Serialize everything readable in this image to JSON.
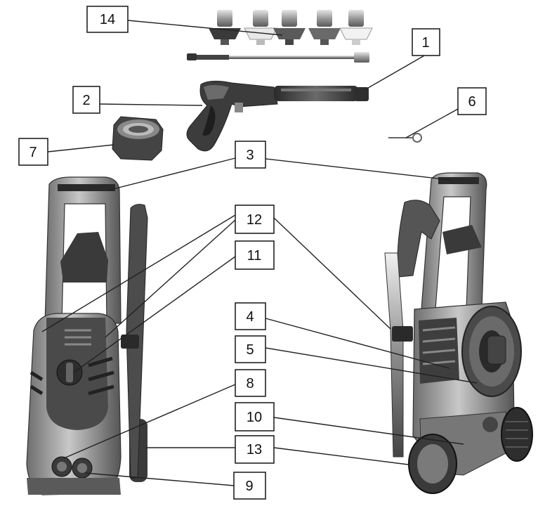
{
  "diagram": {
    "callouts": [
      {
        "id": "c14",
        "label": "14"
      },
      {
        "id": "c1",
        "label": "1"
      },
      {
        "id": "c2",
        "label": "2"
      },
      {
        "id": "c6",
        "label": "6"
      },
      {
        "id": "c7",
        "label": "7"
      },
      {
        "id": "c3",
        "label": "3"
      },
      {
        "id": "c12",
        "label": "12"
      },
      {
        "id": "c11",
        "label": "11"
      },
      {
        "id": "c4",
        "label": "4"
      },
      {
        "id": "c5",
        "label": "5"
      },
      {
        "id": "c8",
        "label": "8"
      },
      {
        "id": "c10",
        "label": "10"
      },
      {
        "id": "c13",
        "label": "13"
      },
      {
        "id": "c9",
        "label": "9"
      }
    ]
  }
}
